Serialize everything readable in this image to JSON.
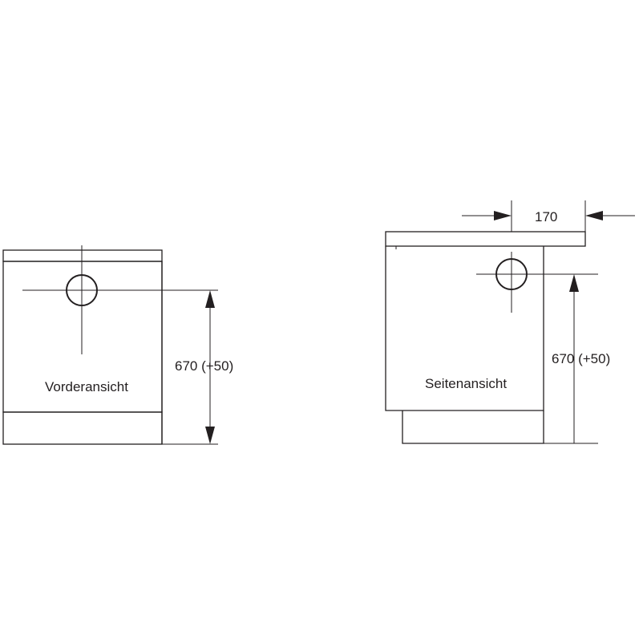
{
  "front_view": {
    "label": "Vorderansicht",
    "height_dimension": "670 (+50)"
  },
  "side_view": {
    "label": "Seitenansicht",
    "height_dimension": "670 (+50)",
    "depth_dimension": "170"
  },
  "colors": {
    "line": "#231f20",
    "background": "#ffffff"
  }
}
